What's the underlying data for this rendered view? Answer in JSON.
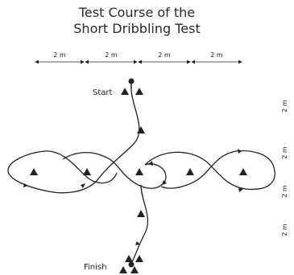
{
  "title": {
    "line1": "Test Course of the",
    "line2": "Short Dribbling Test"
  },
  "horizontal_distances": [
    "2 m",
    "2 m",
    "2 m",
    "2 m"
  ],
  "vertical_distances": [
    "2 m",
    "2 m",
    "2 m",
    "2 m"
  ],
  "labels": {
    "start": "Start",
    "finish": "Finish"
  },
  "colors": {
    "ink": "#222222",
    "background": "#ffffff"
  }
}
